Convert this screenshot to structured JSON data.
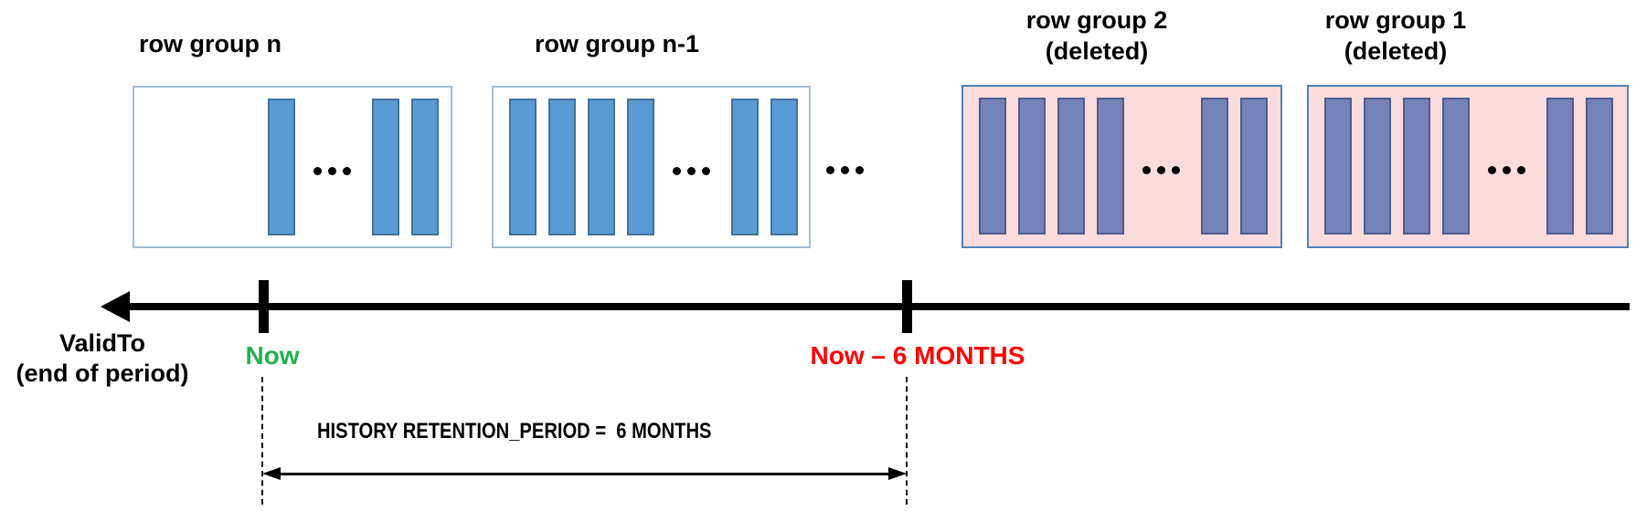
{
  "diagram": {
    "ellipsis": "...",
    "row_groups": [
      {
        "label": "row group n",
        "sublabel": "",
        "deleted": false,
        "leading_slots": [
          3
        ],
        "trailing_slots": [
          0,
          1
        ]
      },
      {
        "label": "row group n-1",
        "sublabel": "",
        "deleted": false,
        "leading_slots": [
          0,
          1,
          2,
          3
        ],
        "trailing_slots": [
          0,
          1
        ]
      },
      {
        "label": "row group 2",
        "sublabel": "(deleted)",
        "deleted": true,
        "leading_slots": [
          0,
          1,
          2,
          3
        ],
        "trailing_slots": [
          0,
          1
        ]
      },
      {
        "label": "row group 1",
        "sublabel": "(deleted)",
        "deleted": true,
        "leading_slots": [
          0,
          1,
          2,
          3
        ],
        "trailing_slots": [
          0,
          1
        ]
      }
    ]
  },
  "timeline": {
    "axis_label": [
      "ValidTo",
      "(end of period)"
    ],
    "now_label": "Now",
    "cutoff_label": "Now – 6 MONTHS",
    "retention_label": "HISTORY RETENTION_PERIOD =  6 MONTHS"
  },
  "colors": {
    "box_fill": "#ffffff",
    "box_border": "#a3bcd8",
    "bar_fill": "#5b9bd5",
    "bar_border": "#41719c",
    "deleted_box_fill": "#fbdcdc",
    "deleted_box_border": "#4e81bd",
    "deleted_bar_fill": "#7584b8",
    "deleted_bar_border": "#4f5b8d",
    "now_color": "#22b14c",
    "cutoff_color": "#fe0000",
    "axis_color": "#000000"
  }
}
